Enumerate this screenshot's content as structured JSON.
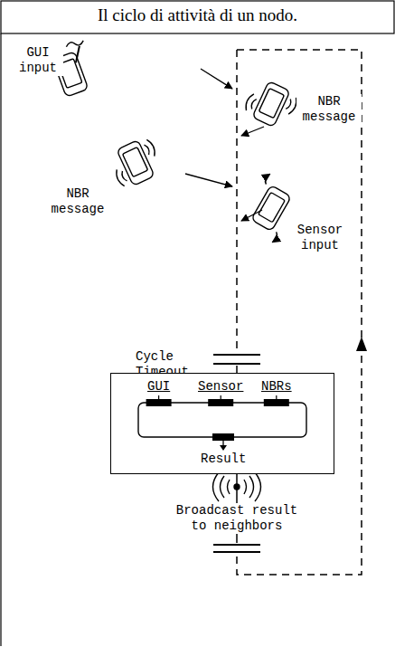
{
  "diagram": {
    "title": "Il ciclo di attività di un nodo.",
    "nodes": [
      {
        "text": [
          "GUI",
          "Sensor",
          "NBRs",
          "Result"
        ]
      }
    ],
    "labels": [
      "GUI input",
      "NBR message",
      "NBR message",
      "Sensor input",
      "Cycle Timeout",
      "Broadcast result to neighbors"
    ]
  }
}
